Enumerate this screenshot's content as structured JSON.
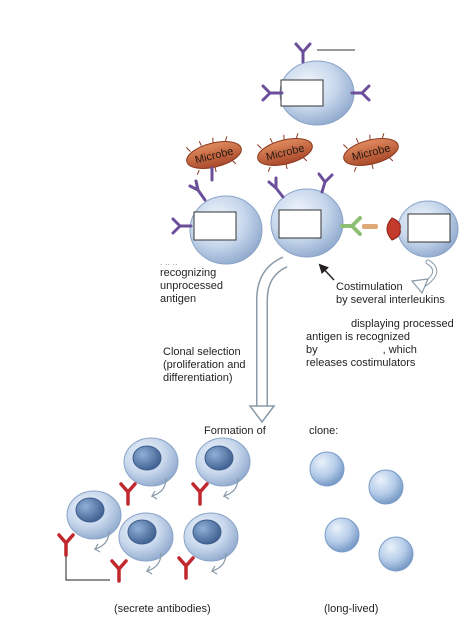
{
  "microbe_label": "Microbe",
  "labels": {
    "b_cell_fragment": ". .. ..",
    "b_cell_recognizing": [
      "recognizing",
      "unprocessed",
      "antigen"
    ],
    "costimulation": [
      "Costimulation",
      "by several interleukins"
    ],
    "helper_cell": [
      "displaying processed",
      "antigen is recognized",
      "by",
      ", which",
      "releases costimulators"
    ],
    "clonal_selection": [
      "Clonal selection",
      "(proliferation and",
      "differentiation)"
    ],
    "formation_of": "Formation of",
    "clone": "clone:",
    "secrete_antibodies": "(secrete antibodies)",
    "long_lived": "(long-lived)"
  },
  "colors": {
    "cell_blue": "#b9cde6",
    "cell_edge": "#8aa4c8",
    "nucleus": "#4a6fa0",
    "microbe": "#c8653d",
    "antibody_purple": "#6b4f9a",
    "antibody_red": "#c0282d",
    "receptor_green": "#8dbf72",
    "mhc_red": "#c43a2b"
  }
}
